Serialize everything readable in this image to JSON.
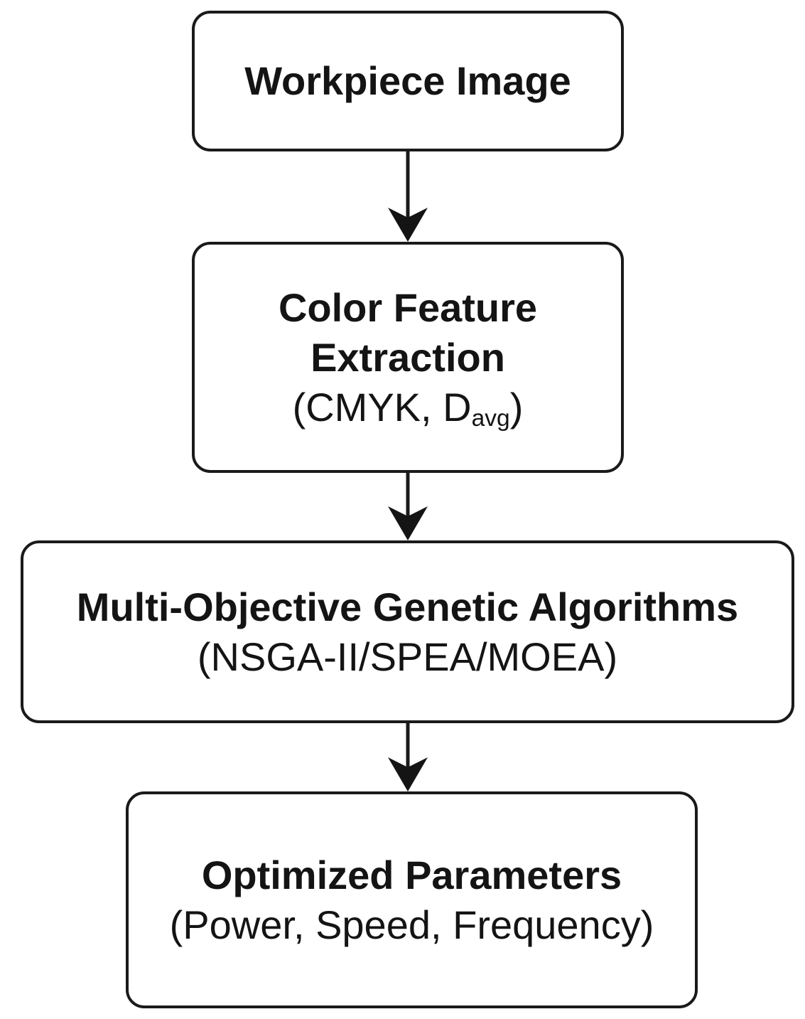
{
  "flowchart": {
    "nodes": [
      {
        "id": "workpiece-image",
        "title": "Workpiece Image"
      },
      {
        "id": "color-feature-extraction",
        "title": "Color Feature Extraction",
        "subtitle_prefix": "(CMYK, D",
        "subtitle_subscript": "avg",
        "subtitle_suffix": ")"
      },
      {
        "id": "multi-objective-genetic-algorithms",
        "title": "Multi-Objective Genetic Algorithms",
        "subtitle": "(NSGA-II/SPEA/MOEA)"
      },
      {
        "id": "optimized-parameters",
        "title": "Optimized Parameters",
        "subtitle": "(Power, Speed, Frequency)"
      }
    ],
    "edges": [
      {
        "from": "workpiece-image",
        "to": "color-feature-extraction"
      },
      {
        "from": "color-feature-extraction",
        "to": "multi-objective-genetic-algorithms"
      },
      {
        "from": "multi-objective-genetic-algorithms",
        "to": "optimized-parameters"
      }
    ],
    "colors": {
      "background": "#ffffff",
      "stroke": "#1a1a1a",
      "text": "#141414"
    }
  }
}
